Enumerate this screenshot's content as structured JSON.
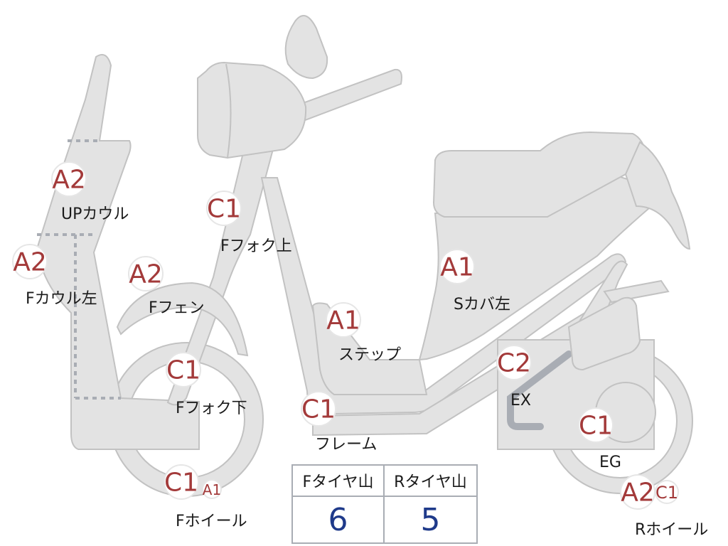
{
  "parts": [
    {
      "id": "up-cowl",
      "label": "UPカウル",
      "grades": [
        "A2"
      ]
    },
    {
      "id": "f-cowl-left",
      "label": "Fカウル左",
      "grades": [
        "A2"
      ]
    },
    {
      "id": "f-fender",
      "label": "Fフェン",
      "grades": [
        "A2"
      ]
    },
    {
      "id": "f-fork-upper",
      "label": "Fフォク上",
      "grades": [
        "C1"
      ]
    },
    {
      "id": "f-fork-lower",
      "label": "Fフォク下",
      "grades": [
        "C1"
      ]
    },
    {
      "id": "f-wheel",
      "label": "Fホイール",
      "grades": [
        "C1",
        "A1"
      ]
    },
    {
      "id": "frame",
      "label": "フレーム",
      "grades": [
        "C1"
      ]
    },
    {
      "id": "step",
      "label": "ステップ",
      "grades": [
        "A1"
      ]
    },
    {
      "id": "s-cover-left",
      "label": "Sカバ左",
      "grades": [
        "A1"
      ]
    },
    {
      "id": "ex",
      "label": "EX",
      "grades": [
        "C2"
      ]
    },
    {
      "id": "eg",
      "label": "EG",
      "grades": [
        "C1"
      ]
    },
    {
      "id": "r-wheel",
      "label": "Rホイール",
      "grades": [
        "A2",
        "C1"
      ]
    }
  ],
  "tread": {
    "front_label": "Fタイヤ山",
    "rear_label": "Rタイヤ山",
    "front_value": "6",
    "rear_value": "5"
  },
  "colors": {
    "body": "#e3e3e3",
    "outline": "#c2c2c2",
    "grade_text": "#a33a3a",
    "tread_value": "#1f3a8a",
    "dotted_line": "#a9adb4"
  }
}
